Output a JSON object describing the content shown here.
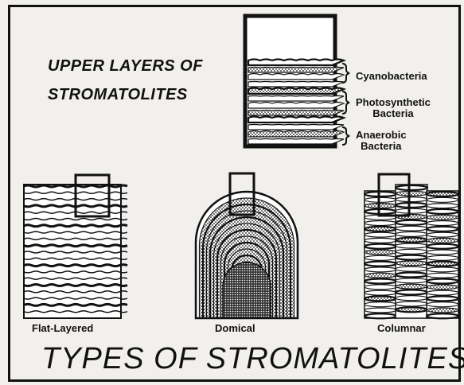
{
  "heading": {
    "line1": "UPPER LAYERS OF",
    "line2": "STROMATOLITES"
  },
  "layer_labels": [
    {
      "lines": [
        "Cyanobacteria"
      ]
    },
    {
      "lines": [
        "Photosynthetic",
        "Bacteria"
      ]
    },
    {
      "lines": [
        "Anaerobic",
        "Bacteria"
      ]
    }
  ],
  "types": [
    {
      "label": "Flat-Layered"
    },
    {
      "label": "Domical"
    },
    {
      "label": "Columnar"
    }
  ],
  "footer_title": "TYPES OF STROMATOLITES",
  "colors": {
    "ink": "#111111",
    "paper": "#f2f0ec"
  }
}
